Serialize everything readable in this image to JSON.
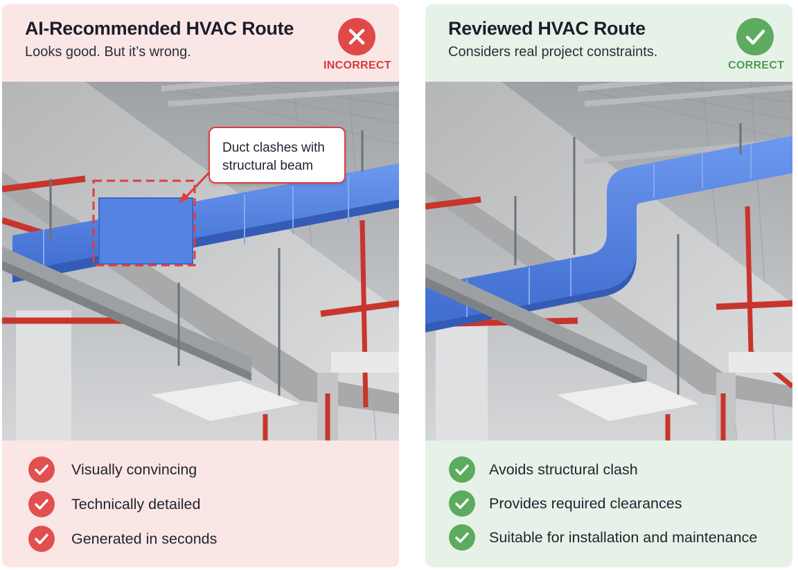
{
  "left": {
    "title": "AI-Recommended HVAC Route",
    "subtitle": "Looks good. But it’s wrong.",
    "badge_icon": "x-mark-icon",
    "badge_label": "INCORRECT",
    "badge_color": "#e14848",
    "callout": {
      "line1": "Duct clashes with",
      "line2": "structural beam"
    },
    "points": [
      {
        "label": "Visually convincing"
      },
      {
        "label": "Technically detailed"
      },
      {
        "label": "Generated in seconds"
      }
    ]
  },
  "right": {
    "title": "Reviewed HVAC Route",
    "subtitle": "Considers real project constraints.",
    "badge_icon": "checkmark-icon",
    "badge_label": "CORRECT",
    "badge_color": "#5cab5f",
    "points": [
      {
        "label": "Avoids structural clash"
      },
      {
        "label": "Provides required clearances"
      },
      {
        "label": "Suitable for installation and maintenance"
      }
    ]
  },
  "colors": {
    "incorrect_bg": "#fbe6e6",
    "correct_bg": "#e6f2e8",
    "duct_blue": "#4f7fe0",
    "pipe_red": "#c8352c",
    "concrete": "#c9cbcd"
  }
}
